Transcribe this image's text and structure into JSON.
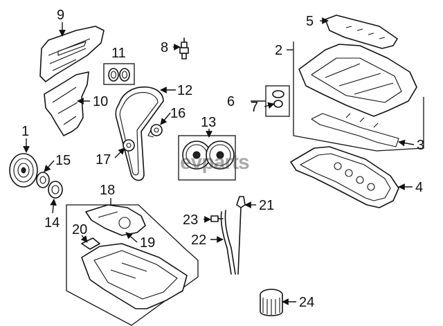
{
  "watermark": "evparts",
  "callouts": [
    "1",
    "2",
    "3",
    "4",
    "5",
    "6",
    "7",
    "8",
    "9",
    "10",
    "11",
    "12",
    "13",
    "14",
    "15",
    "16",
    "17",
    "18",
    "19",
    "20",
    "21",
    "22",
    "23",
    "24"
  ],
  "colors": {
    "ink": "#111111",
    "paper": "#ffffff",
    "watermark": "#444444"
  }
}
